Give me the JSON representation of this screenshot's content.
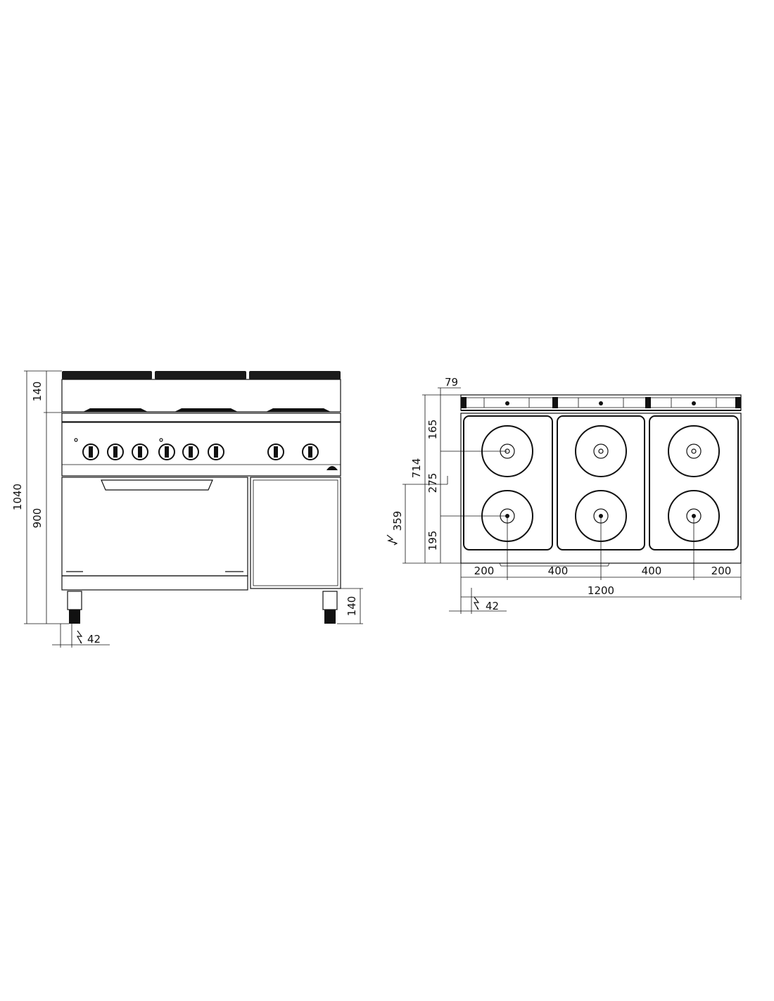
{
  "front_view": {
    "dims": {
      "total_height": "1040",
      "top_height": "140",
      "body_height": "900",
      "leg_height": "140",
      "power_inlet": "42"
    }
  },
  "top_view": {
    "dims": {
      "backsplash": "79",
      "depth_total": "714",
      "front_to_rear_zone": "165",
      "between_zones": "275",
      "front_to_front_zone": "195",
      "inlet_height": "359",
      "side_offset_left": "200",
      "zone_spacing_1": "400",
      "zone_spacing_2": "400",
      "side_offset_right": "200",
      "total_width": "1200",
      "power_inlet": "42"
    }
  }
}
